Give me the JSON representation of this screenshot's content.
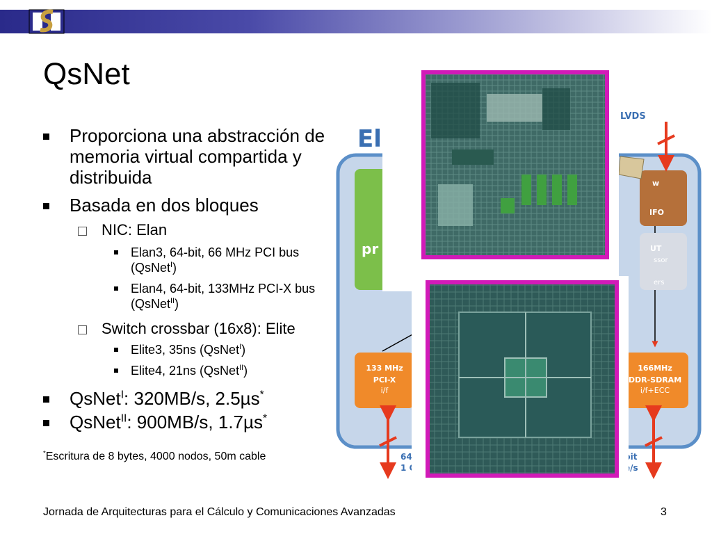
{
  "slide": {
    "title": "QsNet",
    "bullets": [
      {
        "text": "Proporciona una abstracción de memoria virtual compartida y distribuida"
      },
      {
        "text": "Basada en dos bloques"
      }
    ],
    "sub1": "NIC: Elan",
    "sub1_items": [
      {
        "main": "Elan3, 64-bit, 66 MHz PCI bus (QsNet",
        "sup": "I",
        "tail": ")"
      },
      {
        "main": "Elan4, 64-bit, 133MHz PCI-X bus (QsNet",
        "sup": "II",
        "tail": ")"
      }
    ],
    "sub2": "Switch crossbar (16x8): Elite",
    "sub2_items": [
      {
        "main": "Elite3, 35ns (QsNet",
        "sup": "I",
        "tail": ")"
      },
      {
        "main": "Elite4, 21ns (QsNet",
        "sup": "II",
        "tail": ")"
      }
    ],
    "perf": [
      {
        "pre": "QsNet",
        "sup": "I",
        "post": ": 320MB/s, 2.5µs",
        "star": "*"
      },
      {
        "pre": "QsNet",
        "sup": "II",
        "post": ": 900MB/s, 1.7µs",
        "star": "*"
      }
    ],
    "footnote_star": "*",
    "footnote": "Escritura de 8 bytes, 4000 nodos, 50m cable",
    "footer": "Jornada de Arquitecturas para el Cálculo y Comunicaciones Avanzadas",
    "page_number": "3"
  },
  "diagram": {
    "heading_fragment": "El",
    "lvds": "LVDS",
    "left_green_fragment": "pr",
    "block_pcix": [
      "133 MHz",
      "PCI-X",
      "i/f"
    ],
    "block_sdram": [
      "166MHz",
      "DDR-SDRAM",
      "i/f+ECC"
    ],
    "right_brown_1": "w",
    "right_brown_2": "IFO",
    "right_grey_1": "UT",
    "right_grey_2": "ssor",
    "right_grey_3": "ers",
    "bottom_left": [
      "64",
      "1 G"
    ],
    "bottom_right": [
      "bit",
      "e/s"
    ]
  },
  "colors": {
    "diagram_blue": "#5b8fc8",
    "block_orange": "#f08a2a",
    "block_green": "#7cbf4a",
    "block_brown": "#b5703a",
    "arrow_red": "#e63a1e",
    "chip_magenta": "#d21ab8"
  }
}
